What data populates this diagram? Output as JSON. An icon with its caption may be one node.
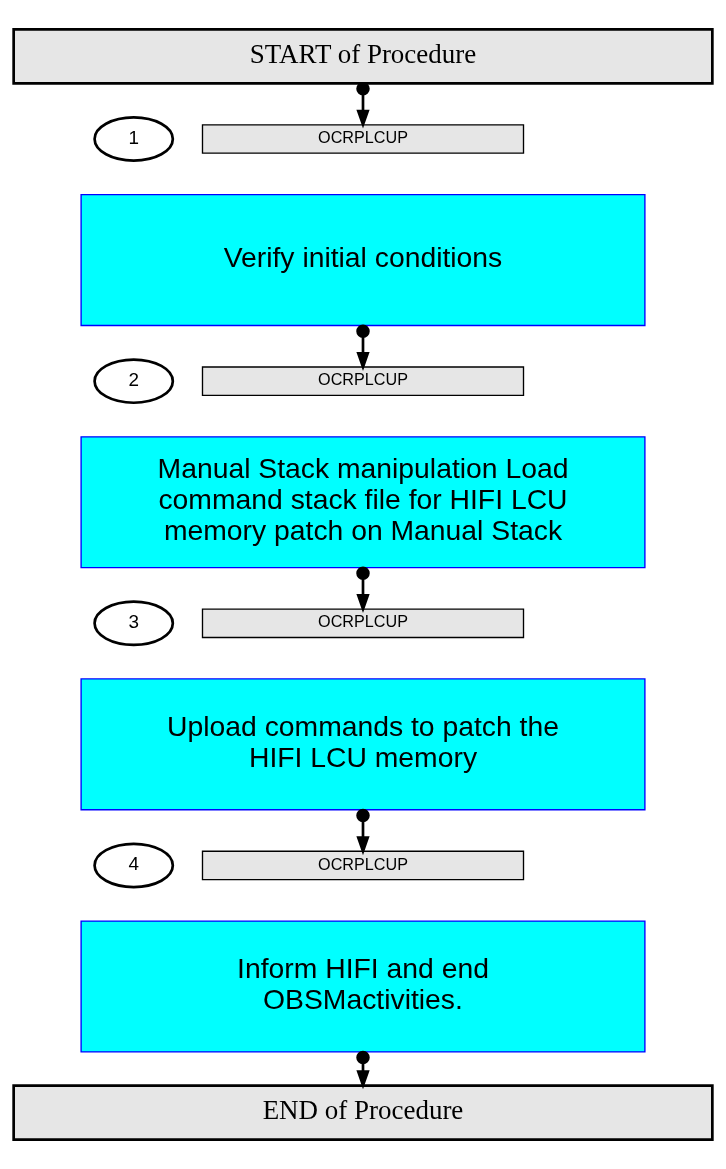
{
  "diagram": {
    "nodes": [
      {
        "text": [
          "START of Procedure"
        ]
      },
      {
        "text": [
          "1"
        ]
      },
      {
        "text": [
          "OCRPLCUP"
        ]
      },
      {
        "text": [
          "Verify initial conditions"
        ]
      },
      {
        "text": [
          "2"
        ]
      },
      {
        "text": [
          "OCRPLCUP"
        ]
      },
      {
        "text": [
          "Manual Stack manipulation Load command stack file for HIFI LCU memory patch on Manual Stack"
        ]
      },
      {
        "text": [
          "3"
        ]
      },
      {
        "text": [
          "OCRPLCUP"
        ]
      },
      {
        "text": [
          "Upload commands to patch the HIFI LCU memory"
        ]
      },
      {
        "text": [
          "4"
        ]
      },
      {
        "text": [
          "OCRPLCUP"
        ]
      },
      {
        "text": [
          "Inform HIFI and end OBSMactivities."
        ]
      },
      {
        "text": [
          "END of Procedure"
        ]
      }
    ],
    "edges": [
      {
        "from": 0,
        "to": 2,
        "arrow": "to"
      },
      {
        "from": 3,
        "to": 5,
        "arrow": "to"
      },
      {
        "from": 6,
        "to": 8,
        "arrow": "to"
      },
      {
        "from": 9,
        "to": 11,
        "arrow": "to"
      },
      {
        "from": 12,
        "to": 13,
        "arrow": "to"
      }
    ]
  }
}
